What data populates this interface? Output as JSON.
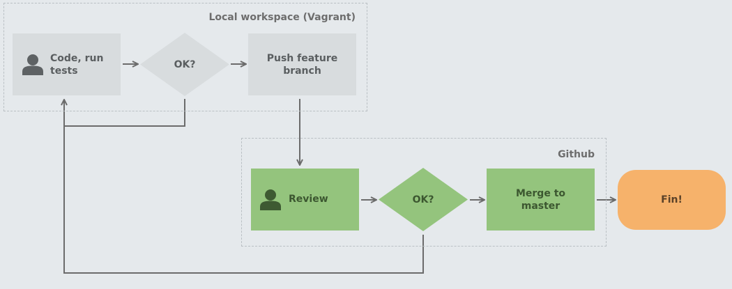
{
  "groups": {
    "local": {
      "label": "Local workspace (Vagrant)"
    },
    "github": {
      "label": "Github"
    }
  },
  "nodes": {
    "code": {
      "label": "Code, run\ntests",
      "icon": "person-icon"
    },
    "ok1": {
      "label": "OK?"
    },
    "push": {
      "label": "Push feature\nbranch"
    },
    "review": {
      "label": "Review",
      "icon": "person-icon"
    },
    "ok2": {
      "label": "OK?"
    },
    "merge": {
      "label": "Merge to\nmaster"
    },
    "fin": {
      "label": "Fin!"
    }
  },
  "colors": {
    "background": "#e5e9ec",
    "grey_node": "#d8dcde",
    "green_node": "#94c47d",
    "orange_node": "#f6b26b",
    "connector": "#6b6b6b"
  },
  "edges": [
    {
      "from": "code",
      "to": "ok1"
    },
    {
      "from": "ok1",
      "to": "push"
    },
    {
      "from": "ok1",
      "to": "code"
    },
    {
      "from": "push",
      "to": "review"
    },
    {
      "from": "review",
      "to": "ok2"
    },
    {
      "from": "ok2",
      "to": "merge"
    },
    {
      "from": "ok2",
      "to": "code"
    },
    {
      "from": "merge",
      "to": "fin"
    }
  ]
}
